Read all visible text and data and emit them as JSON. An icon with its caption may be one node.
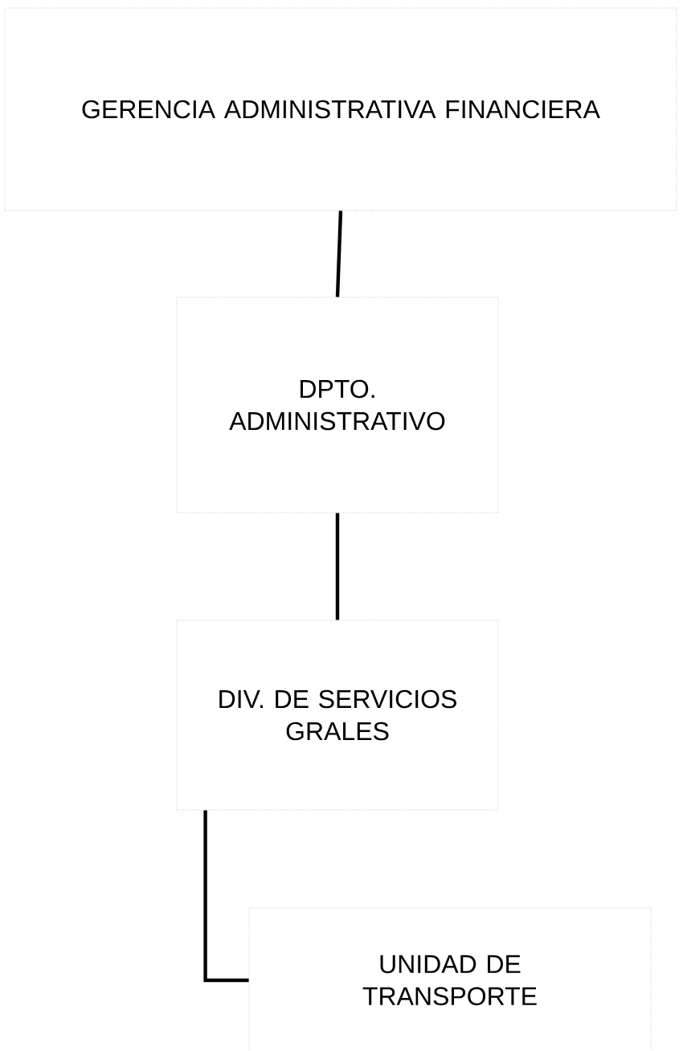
{
  "diagram": {
    "nodes": [
      {
        "text": [
          "GERENCIA ADMINISTRATIVA FINANCIERA"
        ]
      },
      {
        "text": [
          "DPTO. ADMINISTRATIVO"
        ]
      },
      {
        "text": [
          "DIV. DE SERVICIOS GRALES"
        ]
      },
      {
        "text": [
          "UNIDAD DE TRANSPORTE"
        ]
      }
    ],
    "edges": [
      {
        "from": 0,
        "to": 1,
        "arrow": "none"
      },
      {
        "from": 1,
        "to": 2,
        "arrow": "none"
      },
      {
        "from": 2,
        "to": 3,
        "arrow": "none"
      }
    ]
  }
}
